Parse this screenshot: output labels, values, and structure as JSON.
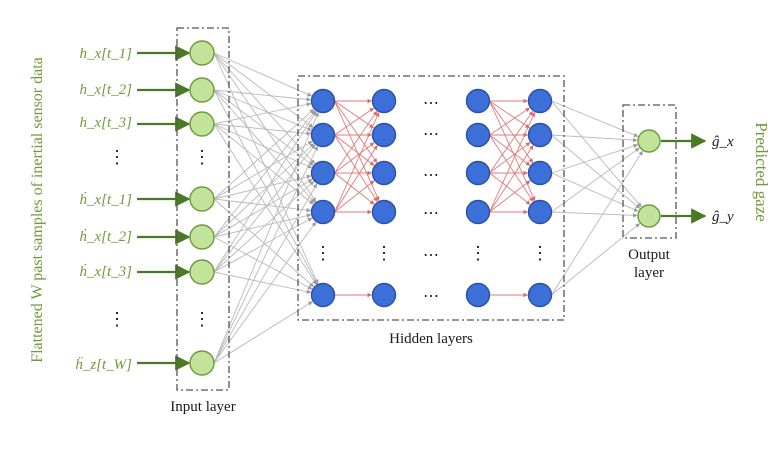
{
  "side_label_left": "Flattened W past samples of inertial sensor data",
  "side_label_right": "Predicted gaze",
  "input_labels": [
    "h_x[t_1]",
    "h_x[t_2]",
    "h_x[t_3]",
    "ḣ_x[t_1]",
    "ḣ_x[t_2]",
    "ḣ_x[t_3]",
    "ḧ_z[t_W]"
  ],
  "input_ellipsis": "⋮",
  "hidden_ellipsis": "⋯",
  "vertical_dots": "⋮",
  "layer_labels": {
    "input": "Input layer",
    "hidden": "Hidden layers",
    "output_line1": "Output",
    "output_line2": "layer"
  },
  "outputs": [
    "ĝ_x",
    "ĝ_y"
  ],
  "colors": {
    "input_node_fill": "#c2e39a",
    "input_node_stroke": "#6f9a3c",
    "hidden_node_fill": "#3d6fd9",
    "hidden_node_stroke": "#2a4fa8",
    "arrow_green": "#4a7a25",
    "connection_gray": "#b9b9b9",
    "connection_red": "#e07a7a",
    "label_green": "#6f9a3c"
  }
}
